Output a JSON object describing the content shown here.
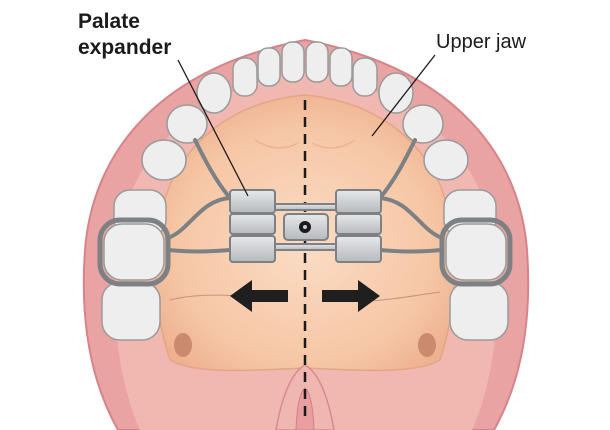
{
  "labels": {
    "expander_line1": "Palate",
    "expander_line2": "expander",
    "upper_jaw": "Upper jaw"
  },
  "colors": {
    "gum": "#eaa3a3",
    "gum_dark": "#d7838a",
    "palate": "#f6c7a6",
    "palate_light": "#fbdcc4",
    "tooth": "#eeeeee",
    "tooth_edge": "#9a9a9a",
    "metal": "#bfc2c5",
    "metal_dark": "#7d8184",
    "arrow": "#1f1f1f"
  },
  "icons": {
    "left_arrow": "left-arrow-icon",
    "right_arrow": "right-arrow-icon",
    "expansion_screw": "screw-icon"
  }
}
